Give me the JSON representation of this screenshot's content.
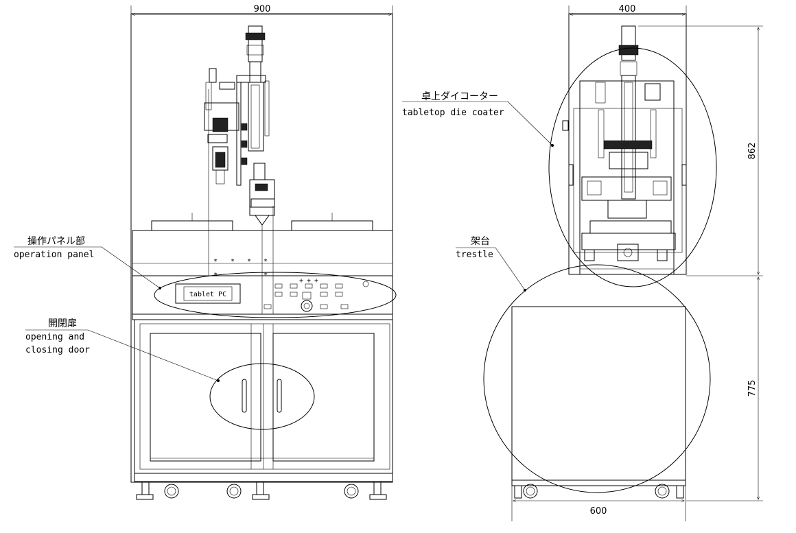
{
  "dimensions": {
    "front_width": "900",
    "side_width": "400",
    "side_height_upper": "862",
    "side_height_lower": "775",
    "base_width": "600"
  },
  "labels": {
    "operation_panel_jp": "操作パネル部",
    "operation_panel_en": "operation panel",
    "door_jp": "開閉扉",
    "door_en_line1": "opening and",
    "door_en_line2": "closing door",
    "coater_jp": "卓上ダイコーター",
    "coater_en": "tabletop die coater",
    "trestle_jp": "架台",
    "trestle_en": "trestle",
    "tablet": "tablet PC"
  }
}
